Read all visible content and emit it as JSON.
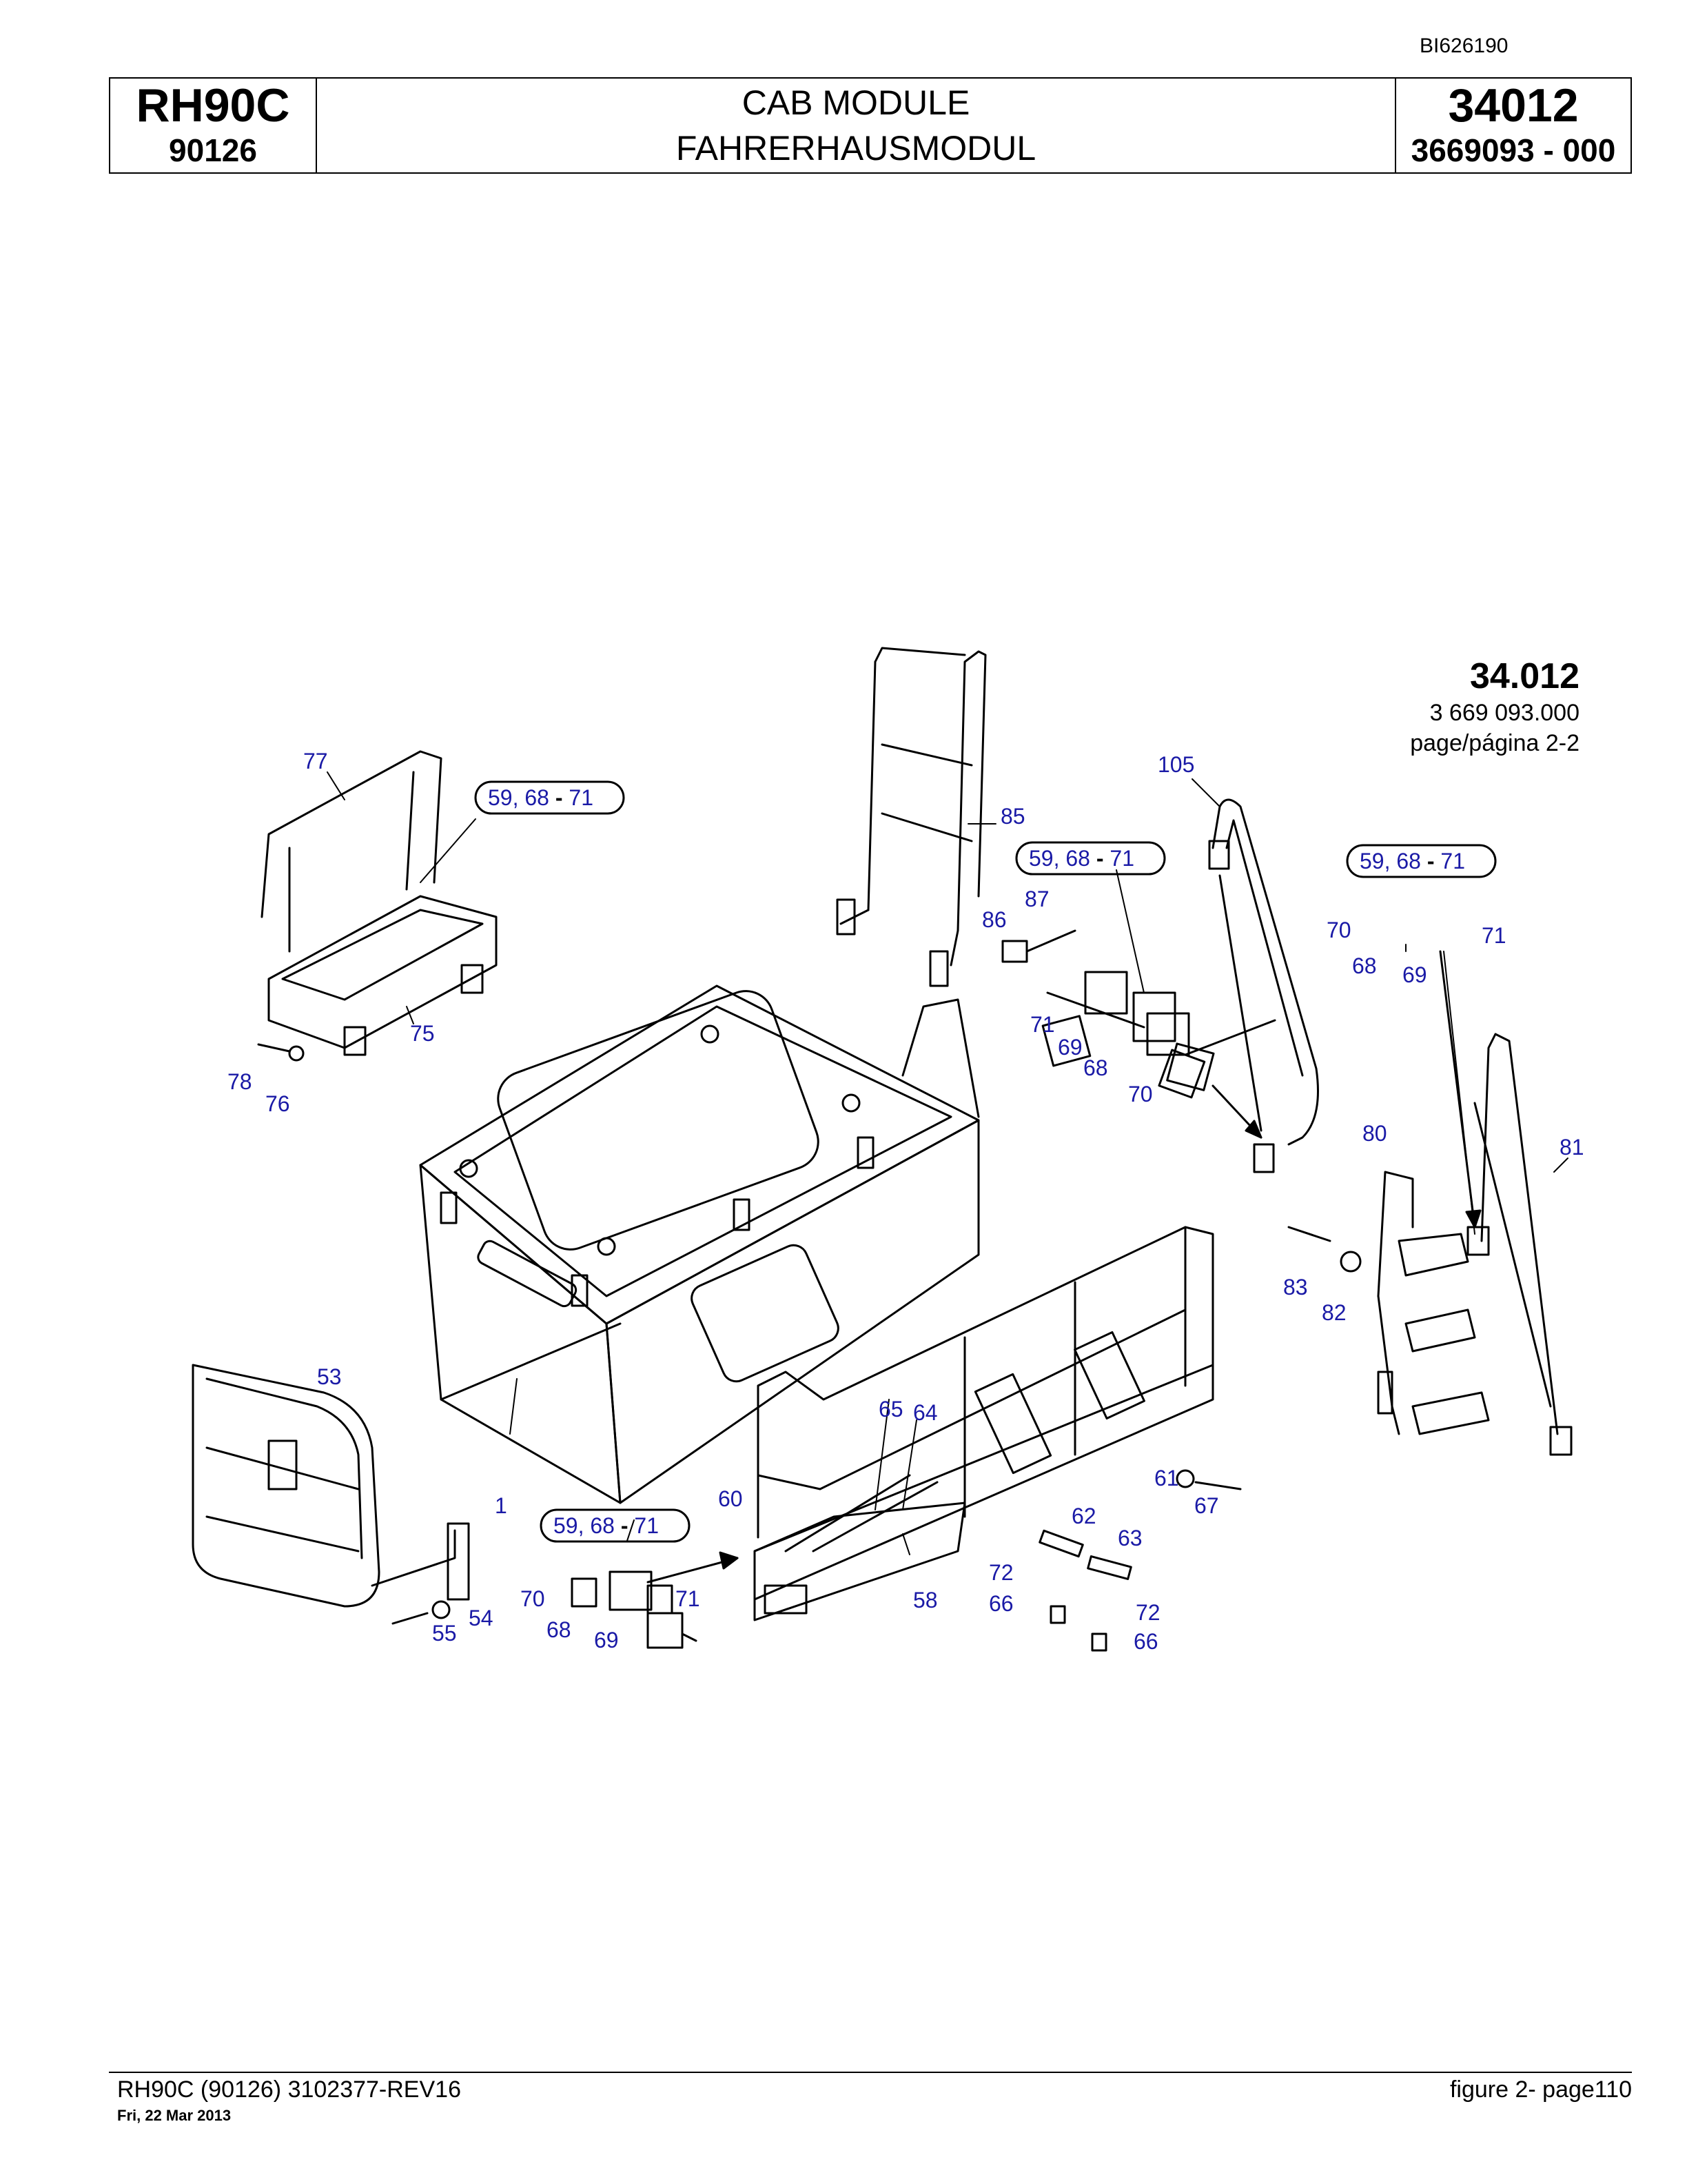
{
  "document": {
    "doc_id": "BI626190",
    "header": {
      "model": "RH90C",
      "serial": "90126",
      "title_en": "CAB MODULE",
      "title_de": "FAHRERHAUSMODUL",
      "group": "34012",
      "part_number": "3669093  - 000"
    },
    "reference": {
      "title": "34.012",
      "number": "3 669 093.000",
      "page": "page/página 2-2"
    },
    "footer": {
      "left": "RH90C (90126) 3102377-REV16",
      "date": "Fri, 22 Mar 2013",
      "right": "figure  2- page110"
    }
  },
  "drawing": {
    "callouts": [
      "77",
      "75",
      "78",
      "76",
      "85",
      "105",
      "86",
      "87",
      "71",
      "69",
      "68",
      "70",
      "70",
      "68",
      "69",
      "71",
      "80",
      "81",
      "83",
      "82",
      "53",
      "1",
      "65",
      "64",
      "60",
      "61",
      "67",
      "62",
      "63",
      "72",
      "66",
      "72",
      "66",
      "58",
      "70",
      "68",
      "69",
      "71",
      "54",
      "55"
    ],
    "group_pill": {
      "start": "59",
      "sep": ",",
      "mid": "68",
      "dash": "-",
      "end": "71"
    }
  }
}
